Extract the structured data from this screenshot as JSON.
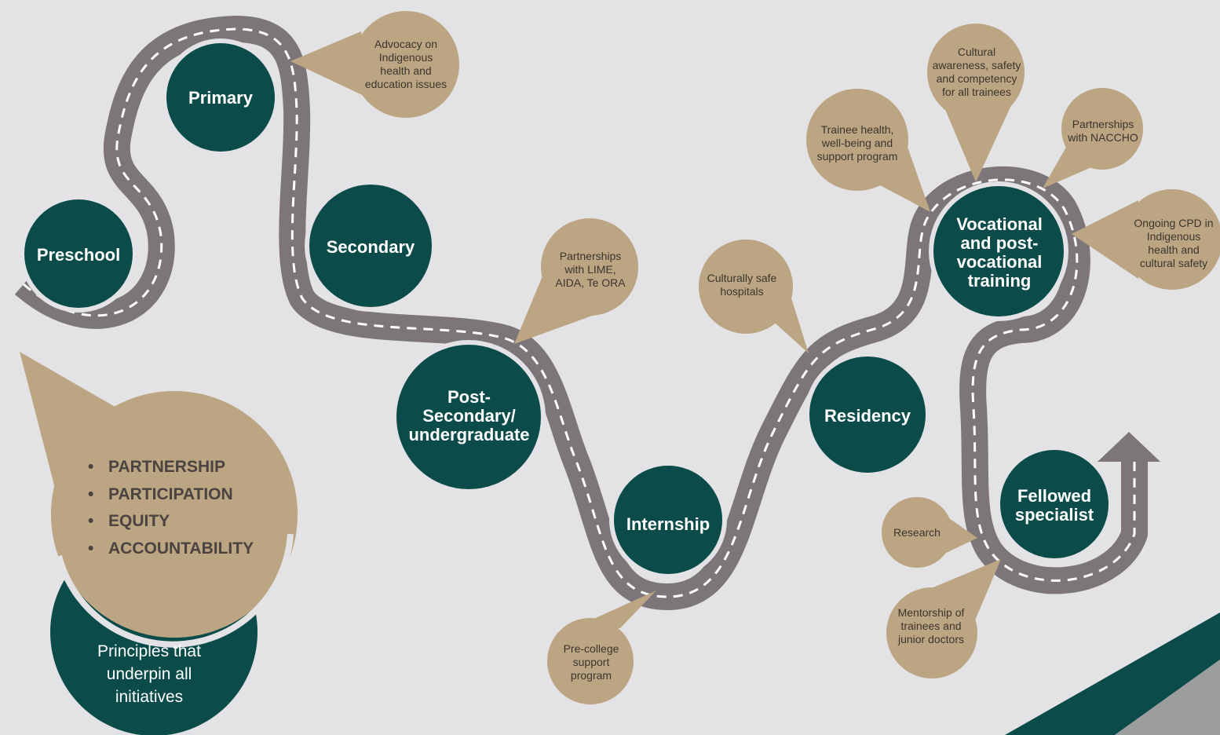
{
  "colors": {
    "background": "#e3e2e5",
    "road": "#7c767b",
    "road_dash": "#ffffff",
    "stage_circle": "#0b4c4b",
    "bubble": "#bca582",
    "teal_band": "#0b4c4b"
  },
  "stages": [
    {
      "key": "preschool",
      "label": "Preschool"
    },
    {
      "key": "primary",
      "label": "Primary"
    },
    {
      "key": "secondary",
      "label": "Secondary"
    },
    {
      "key": "post_secondary",
      "label": "Post- Secondary/ undergraduate"
    },
    {
      "key": "internship",
      "label": "Internship"
    },
    {
      "key": "residency",
      "label": "Residency"
    },
    {
      "key": "vocational",
      "label": "Vocational and post- vocational training"
    },
    {
      "key": "fellowed",
      "label": "Fellowed specialist"
    }
  ],
  "initiatives": [
    {
      "key": "advocacy",
      "label": "Advocacy on Indigenous health and education issues"
    },
    {
      "key": "partnerships_lime",
      "label": "Partnerships with LIME, AIDA, Te ORA"
    },
    {
      "key": "pre_college",
      "label": "Pre-college support program"
    },
    {
      "key": "culturally_safe",
      "label": "Culturally safe hospitals"
    },
    {
      "key": "trainee_health",
      "label": "Trainee health, well-being and support program"
    },
    {
      "key": "cultural_awareness",
      "label": "Cultural awareness, safety and competency for all trainees"
    },
    {
      "key": "partnerships_naccho",
      "label": "Partnerships with NACCHO"
    },
    {
      "key": "ongoing_cpd",
      "label": "Ongoing CPD in Indigenous health and cultural safety"
    },
    {
      "key": "research",
      "label": "Research"
    },
    {
      "key": "mentorship",
      "label": "Mentorship of trainees and junior doctors"
    }
  ],
  "principles": {
    "items": [
      "PARTNERSHIP",
      "PARTICIPATION",
      "EQUITY",
      "ACCOUNTABILITY"
    ],
    "caption": "Principles that underpin all initiatives"
  }
}
